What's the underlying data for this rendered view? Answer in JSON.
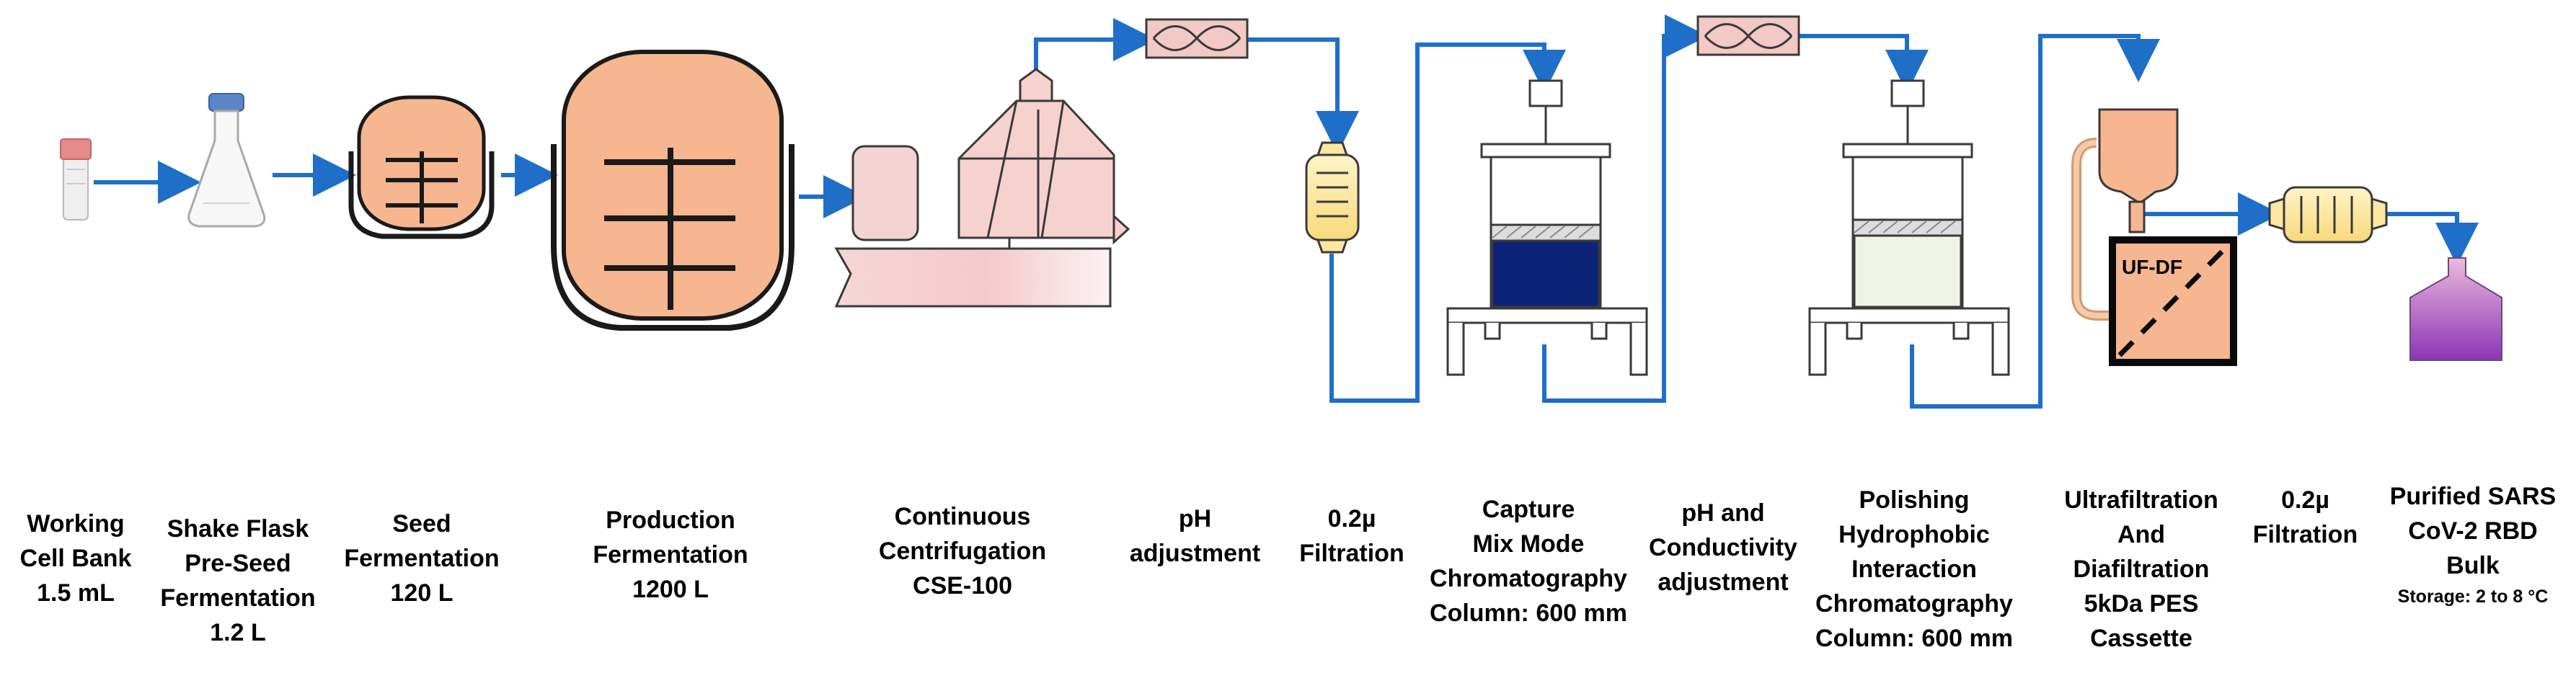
{
  "stages": [
    {
      "id": "working-cell-bank",
      "lines": [
        "Working",
        "Cell Bank",
        "1.5 mL"
      ]
    },
    {
      "id": "shake-flask",
      "lines": [
        "Shake Flask",
        "Pre-Seed",
        "Fermentation",
        "1.2 L"
      ]
    },
    {
      "id": "seed-fermentation",
      "lines": [
        "Seed",
        "Fermentation",
        "120 L"
      ]
    },
    {
      "id": "production-fermentation",
      "lines": [
        "Production",
        "Fermentation",
        "1200 L"
      ]
    },
    {
      "id": "continuous-centrifugation",
      "lines": [
        "Continuous",
        "Centrifugation",
        "CSE-100"
      ]
    },
    {
      "id": "ph-adjustment",
      "lines": [
        "pH",
        "adjustment"
      ]
    },
    {
      "id": "filtration-1",
      "lines": [
        "0.2µ",
        "Filtration"
      ]
    },
    {
      "id": "capture-chromatography",
      "lines": [
        "Capture",
        "Mix Mode",
        "Chromatography",
        "Column: 600 mm"
      ]
    },
    {
      "id": "ph-conductivity-adjustment",
      "lines": [
        "pH and",
        "Conductivity",
        "adjustment"
      ]
    },
    {
      "id": "polishing-chromatography",
      "lines": [
        "Polishing",
        "Hydrophobic",
        "Interaction",
        "Chromatography",
        "Column: 600 mm"
      ]
    },
    {
      "id": "ultrafiltration-diafiltration",
      "lines": [
        "Ultrafiltration",
        "And",
        "Diafiltration",
        "5kDa PES",
        "Cassette"
      ]
    },
    {
      "id": "filtration-2",
      "lines": [
        "0.2µ",
        "Filtration"
      ]
    },
    {
      "id": "purified-bulk",
      "lines": [
        "Purified SARS",
        "CoV-2 RBD",
        "Bulk"
      ],
      "note": "Storage: 2 to 8 °C"
    }
  ],
  "equipment_labels": {
    "ufdf_box": "UF-DF"
  },
  "colors": {
    "pipe": "#1f6fc8",
    "vessel_fill": "#f6b690",
    "mixer_fill": "#f2c9c4",
    "filter_fill": "#fde7a1",
    "capture_resin": "#0c2378",
    "polishing_resin": "#eef3e3",
    "bulk_bottle_top": "#e9b7da",
    "bulk_bottle_bottom": "#8a35b8"
  }
}
